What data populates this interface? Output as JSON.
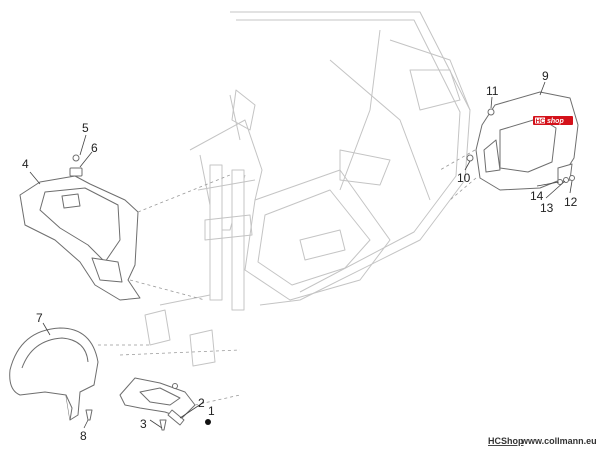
{
  "parts": [
    {
      "id": "1",
      "label": "1"
    },
    {
      "id": "2",
      "label": "2"
    },
    {
      "id": "3",
      "label": "3"
    },
    {
      "id": "4",
      "label": "4"
    },
    {
      "id": "5",
      "label": "5"
    },
    {
      "id": "6",
      "label": "6"
    },
    {
      "id": "7",
      "label": "7"
    },
    {
      "id": "8",
      "label": "8"
    },
    {
      "id": "9",
      "label": "9"
    },
    {
      "id": "10",
      "label": "10"
    },
    {
      "id": "11",
      "label": "11"
    },
    {
      "id": "12",
      "label": "12"
    },
    {
      "id": "13",
      "label": "13"
    },
    {
      "id": "14",
      "label": "14"
    }
  ],
  "badge": {
    "hc": "HC",
    "shop": "shop"
  },
  "footer": {
    "brand": "HCShop",
    "site": "www.collmann.eu"
  },
  "colors": {
    "badge": "#d4111a",
    "line": "#6e6e6e",
    "faint": "#c4c4c4"
  }
}
